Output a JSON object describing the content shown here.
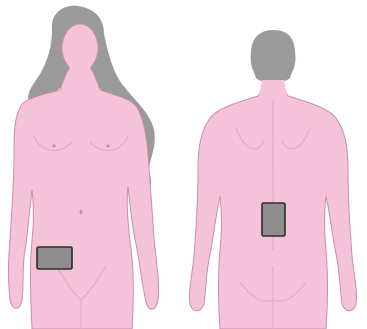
{
  "colors": {
    "skin": "#f5c3d9",
    "skin_outline": "#c98eaa",
    "skin_shadow": "#e8a9c6",
    "hair": "#9a9a9a",
    "hair_dark": "#7d7d7d",
    "patch_fill": "#8e8e8e",
    "patch_outline": "#2b2b2b",
    "background": "#ffffff"
  },
  "figures": [
    {
      "view": "front",
      "patch_site": "lower-abdomen"
    },
    {
      "view": "back",
      "patch_site": "lower-back"
    }
  ]
}
